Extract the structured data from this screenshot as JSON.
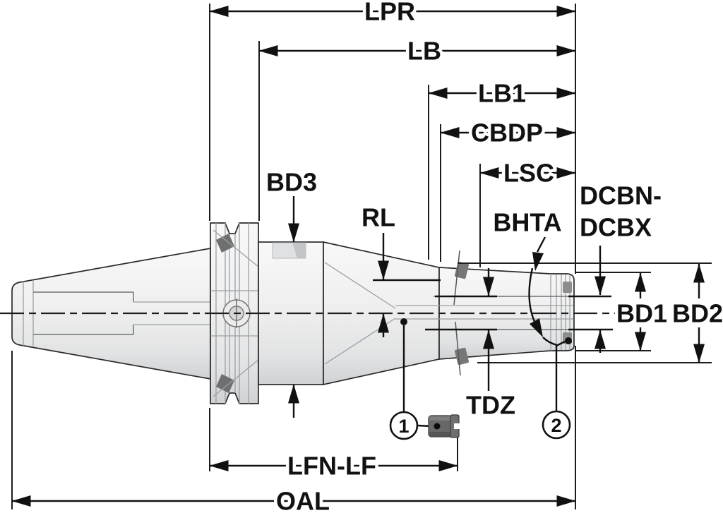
{
  "diagram": {
    "title": "tool-holder-dimension-drawing",
    "labels": {
      "lpr": "LPR",
      "lb": "LB",
      "lb1": "LB1",
      "cbdp": "CBDP",
      "lsc": "LSC",
      "dcbn_top": "DCBN-",
      "dcbn_bottom": "DCBX",
      "bd3": "BD3",
      "rl": "RL",
      "bhta": "BHTA",
      "bd1": "BD1",
      "bd2": "BD2",
      "tdz": "TDZ",
      "lfn_lf": "LFN-LF",
      "oal": "OAL"
    },
    "callouts": {
      "one": "1",
      "two": "2"
    },
    "colors": {
      "background": "#ffffff",
      "dimension_line": "#111111",
      "outline": "#2a2a2a",
      "metal_light": "#f7f7f7",
      "metal_dark": "#cfd1d3",
      "slot_dark": "#6f6f6f",
      "interior_line": "#9aa0a4"
    }
  }
}
